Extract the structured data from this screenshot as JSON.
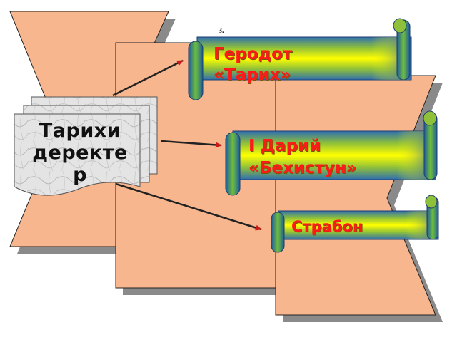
{
  "slide": {
    "number_label": "3."
  },
  "source_note": {
    "line1": "Тарихи",
    "line2": "деректе",
    "line3": "р"
  },
  "sources": [
    {
      "line1": "Геродот",
      "line2": "«Тарих»"
    },
    {
      "line1": "I Дарий",
      "line2": "«Бехистун»"
    },
    {
      "line1": "Страбон"
    }
  ],
  "colors": {
    "panel_fill": "#f7b68d",
    "panel_shadow": "#8a8a8a",
    "scroll_yellow": "#ffff00",
    "scroll_blue": "#1a6fb8",
    "scroll_text": "#ff1a1a",
    "arrow": "#cc1a1a"
  }
}
